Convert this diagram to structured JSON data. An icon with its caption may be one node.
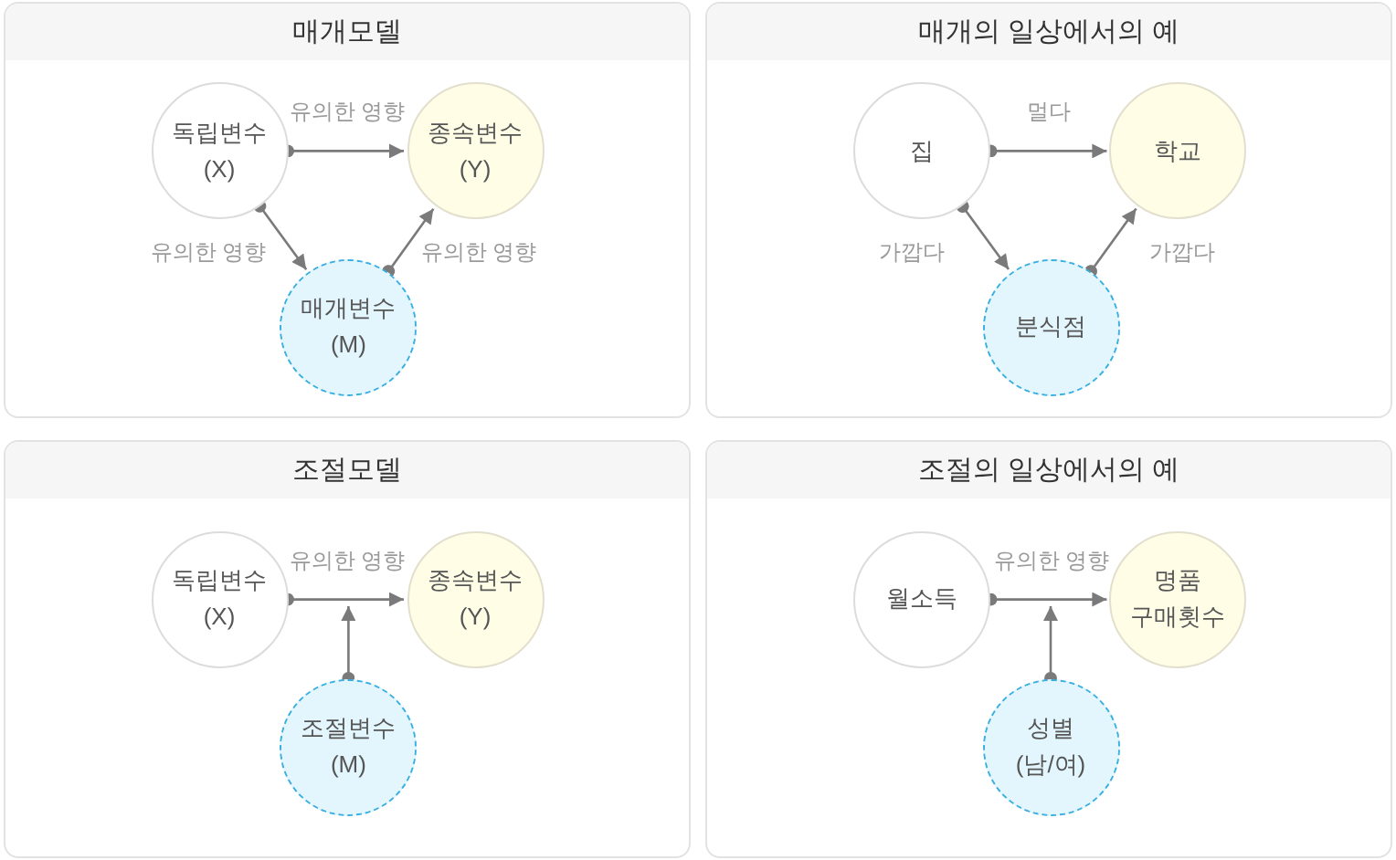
{
  "diagram": {
    "nodes": [
      {
        "text": [
          "매개모델"
        ]
      },
      {
        "text": [
          "독립변수 (X)"
        ],
        "in": 0
      },
      {
        "text": [
          "종속변수 (Y)"
        ],
        "in": 0
      },
      {
        "text": [
          "매개변수 (M)"
        ],
        "in": 0
      },
      {
        "text": [
          "매개의 일상에서의 예"
        ]
      },
      {
        "text": [
          "집"
        ],
        "in": 4
      },
      {
        "text": [
          "학교"
        ],
        "in": 4
      },
      {
        "text": [
          "분식점"
        ],
        "in": 4
      },
      {
        "text": [
          "조절모델"
        ]
      },
      {
        "text": [
          "독립변수 (X)"
        ],
        "in": 8
      },
      {
        "text": [
          "종속변수 (Y)"
        ],
        "in": 8
      },
      {
        "text": [
          "조절변수 (M)"
        ],
        "in": 8
      },
      {
        "text": [
          "조절의 일상에서의 예"
        ]
      },
      {
        "text": [
          "월소득"
        ],
        "in": 12
      },
      {
        "text": [
          "명품 구매횟수"
        ],
        "in": 12
      },
      {
        "text": [
          "성별 (남/여)"
        ],
        "in": 12
      }
    ],
    "edges": [
      {
        "from": 1,
        "to": 2,
        "arrow": "to",
        "label": "유의한 영향"
      },
      {
        "from": 1,
        "to": 3,
        "arrow": "to",
        "label": "유의한 영향"
      },
      {
        "from": 3,
        "to": 2,
        "arrow": "to",
        "label": "유의한 영향"
      },
      {
        "from": 5,
        "to": 6,
        "arrow": "to",
        "label": "멀다"
      },
      {
        "from": 5,
        "to": 7,
        "arrow": "to",
        "label": "가깝다"
      },
      {
        "from": 7,
        "to": 6,
        "arrow": "to",
        "label": "가깝다"
      },
      {
        "from": 9,
        "to": 10,
        "arrow": "to",
        "label": "유의한 영향"
      },
      {
        "from": 11,
        "to": null,
        "arrow": "to"
      },
      {
        "from": 13,
        "to": 14,
        "arrow": "to",
        "label": "유의한 영향"
      },
      {
        "from": 15,
        "to": null,
        "arrow": "to"
      }
    ]
  }
}
